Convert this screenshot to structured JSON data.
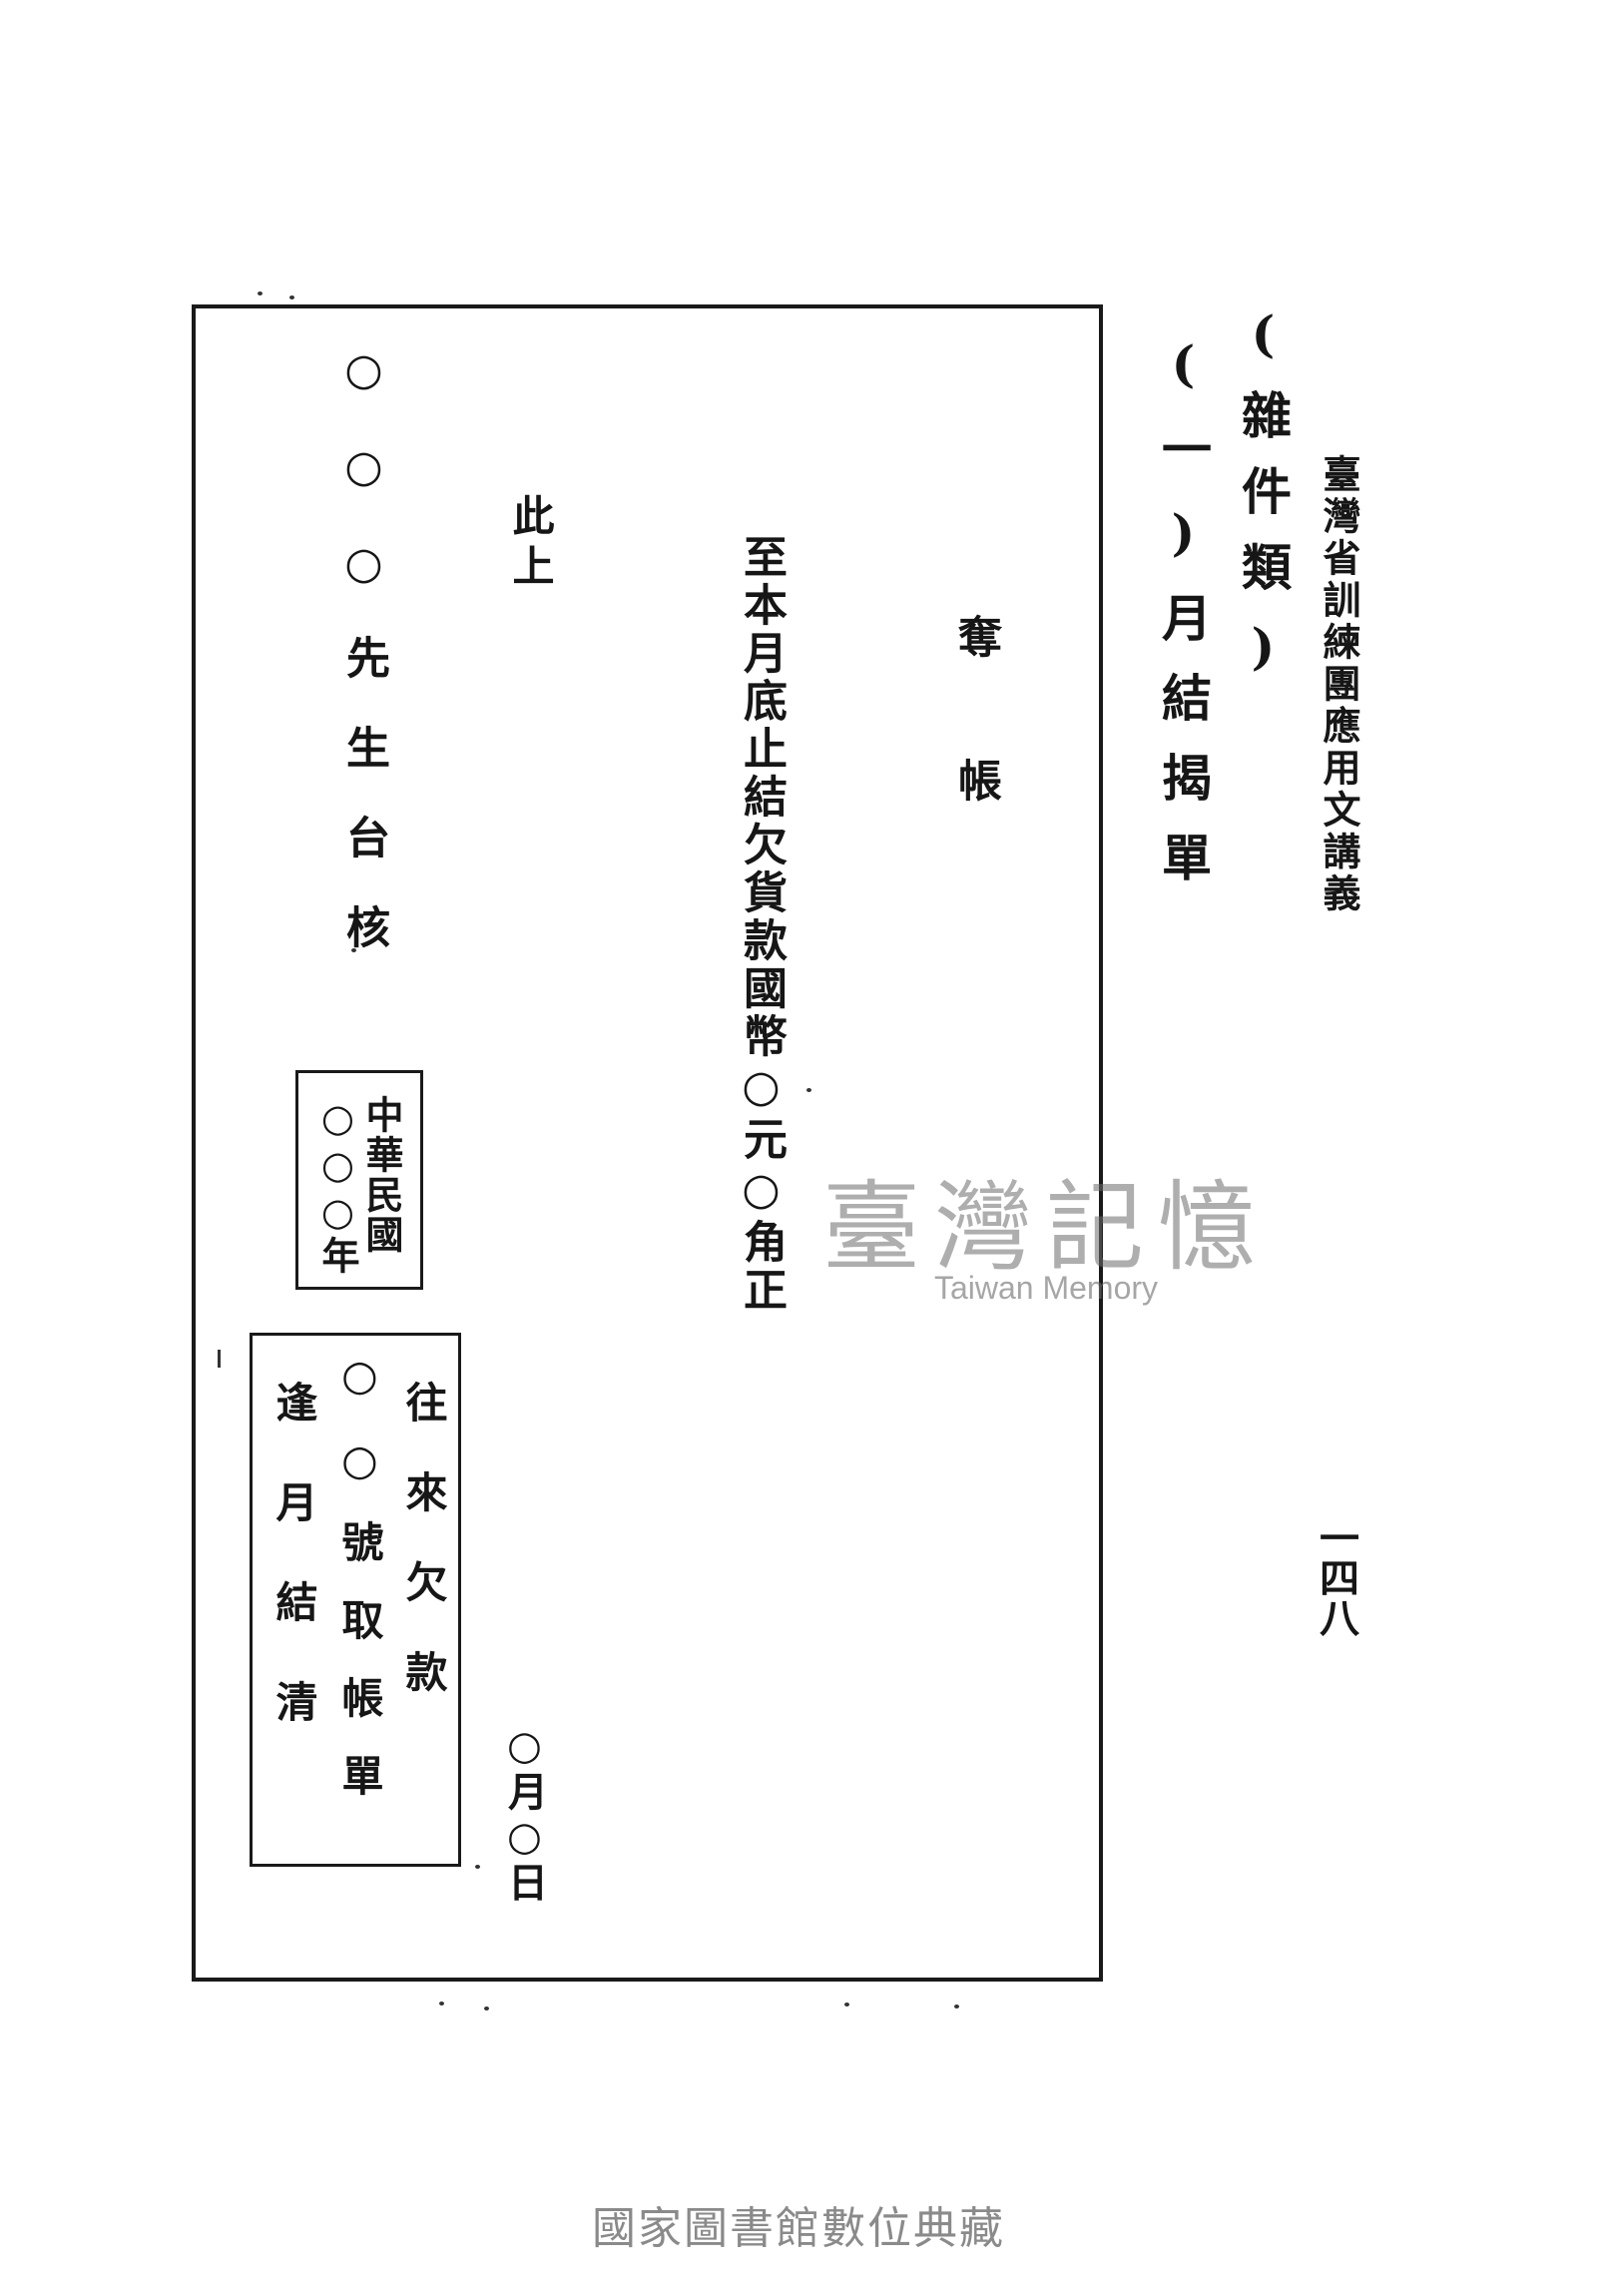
{
  "header": {
    "running_title": "臺灣省訓練團應用文講義",
    "section_category": "(雜件類)",
    "item_title": "(一)月結揭單",
    "page_number": "一四八"
  },
  "form": {
    "addressee": "奪帳",
    "body_text": "至本月底止結欠貨款國幣○元○角正",
    "closing": "此上",
    "recipient": "○○○先生台核",
    "date_label": "○月○日",
    "year_box": {
      "left_column": "○○○年",
      "right_column": "中華民國"
    },
    "ledger_box": {
      "left_column": "逢月結清",
      "middle_column": "○○號取帳單",
      "right_column": "往來欠款"
    }
  },
  "watermark": {
    "chinese": "臺灣記憶",
    "english": "Taiwan Memory"
  },
  "footer": {
    "source": "國家圖書館數位典藏"
  }
}
